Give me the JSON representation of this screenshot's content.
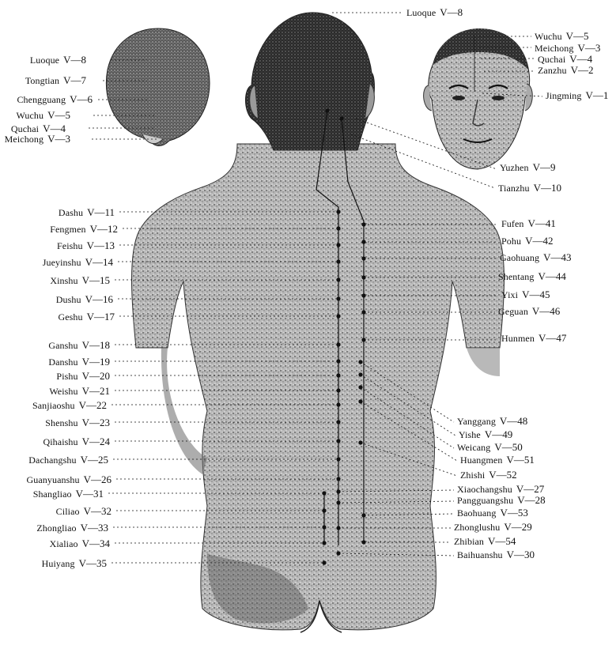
{
  "colors": {
    "ink": "#111111",
    "skin": "#9a9a9a",
    "shade": "#3a3a3a",
    "paper": "#ffffff"
  },
  "labels": {
    "top_luoque": {
      "name": "Luoque",
      "code": "V—8"
    },
    "head_left": [
      {
        "name": "Luoque",
        "code": "V—8"
      },
      {
        "name": "Tongtian",
        "code": "V—7"
      },
      {
        "name": "Chengguang",
        "code": "V—6"
      },
      {
        "name": "Wuchu",
        "code": "V—5"
      },
      {
        "name": "Quchai",
        "code": "V—4"
      },
      {
        "name": "Meichong",
        "code": "V—3"
      }
    ],
    "head_right": [
      {
        "name": "Wuchu",
        "code": "V—5"
      },
      {
        "name": "Meichong",
        "code": "V—3"
      },
      {
        "name": "Quchai",
        "code": "V—4"
      },
      {
        "name": "Zanzhu",
        "code": "V—2"
      },
      {
        "name": "Jingming",
        "code": "V—1"
      }
    ],
    "neck_right": [
      {
        "name": "Yuzhen",
        "code": "V—9"
      },
      {
        "name": "Tianzhu",
        "code": "V—10"
      }
    ],
    "back_left": [
      {
        "name": "Dashu",
        "code": "V—11"
      },
      {
        "name": "Fengmen",
        "code": "V—12"
      },
      {
        "name": "Feishu",
        "code": "V—13"
      },
      {
        "name": "Jueyinshu",
        "code": "V—14"
      },
      {
        "name": "Xinshu",
        "code": "V—15"
      },
      {
        "name": "Dushu",
        "code": "V—16"
      },
      {
        "name": "Geshu",
        "code": "V—17"
      },
      {
        "name": "Ganshu",
        "code": "V—18"
      },
      {
        "name": "Danshu",
        "code": "V—19"
      },
      {
        "name": "Pishu",
        "code": "V—20"
      },
      {
        "name": "Weishu",
        "code": "V—21"
      },
      {
        "name": "Sanjiaoshu",
        "code": "V—22"
      },
      {
        "name": "Shenshu",
        "code": "V—23"
      },
      {
        "name": "Qihaishu",
        "code": "V—24"
      },
      {
        "name": "Dachangshu",
        "code": "V—25"
      },
      {
        "name": "Guanyuanshu",
        "code": "V—26"
      },
      {
        "name": "Shangliao",
        "code": "V—31"
      },
      {
        "name": "Ciliao",
        "code": "V—32"
      },
      {
        "name": "Zhongliao",
        "code": "V—33"
      },
      {
        "name": "Xialiao",
        "code": "V—34"
      },
      {
        "name": "Huiyang",
        "code": "V—35"
      }
    ],
    "back_right": [
      {
        "name": "Fufen",
        "code": "V—41"
      },
      {
        "name": "Pohu",
        "code": "V—42"
      },
      {
        "name": "Gaohuang",
        "code": "V—43"
      },
      {
        "name": "Shentang",
        "code": "V—44"
      },
      {
        "name": "Yixi",
        "code": "V—45"
      },
      {
        "name": "Geguan",
        "code": "V—46"
      },
      {
        "name": "Hunmen",
        "code": "V—47"
      }
    ],
    "lower_right": [
      {
        "name": "Yanggang",
        "code": "V—48"
      },
      {
        "name": "Yishe",
        "code": "V—49"
      },
      {
        "name": "Weicang",
        "code": "V—50"
      },
      {
        "name": "Huangmen",
        "code": "V—51"
      },
      {
        "name": "Zhishi",
        "code": "V—52"
      },
      {
        "name": "Xiaochangshu",
        "code": "V—27"
      },
      {
        "name": "Pangguangshu",
        "code": "V—28"
      },
      {
        "name": "Baohuang",
        "code": "V—53"
      },
      {
        "name": "Zhonglushu",
        "code": "V—29"
      },
      {
        "name": "Zhibian",
        "code": "V—54"
      },
      {
        "name": "Baihuanshu",
        "code": "V—30"
      }
    ]
  }
}
